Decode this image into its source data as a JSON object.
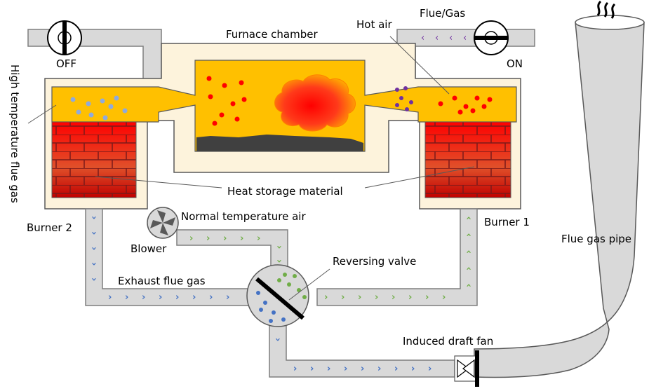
{
  "labels": {
    "furnace_chamber": "Furnace chamber",
    "hot_air": "Hot air",
    "flue_gas_top": "Flue/Gas",
    "on": "ON",
    "off": "OFF",
    "high_temp_flue_gas": "High temperature flue gas",
    "heat_storage": "Heat storage material",
    "burner1": "Burner 1",
    "burner2": "Burner 2",
    "normal_temp_air": "Normal temperature air",
    "blower": "Blower",
    "reversing_valve": "Reversing  valve",
    "exhaust_flue_gas": "Exhaust flue gas",
    "induced_draft_fan": "Induced draft fan",
    "flue_gas_pipe": "Flue gas pipe"
  },
  "colors": {
    "refractory": "#fdf3dc",
    "hot_gas": "#ffc000",
    "brick_top": "#ff0000",
    "brick_mid": "#e06030",
    "brick_bottom": "#c00000",
    "pipe": "#d9d9d9",
    "exhaust_arrow": "#4472c4",
    "air_arrow": "#70ad47",
    "gas_arrow": "#7030a0",
    "flame_red": "#ff0000",
    "cold_particle": "#8faadc"
  }
}
